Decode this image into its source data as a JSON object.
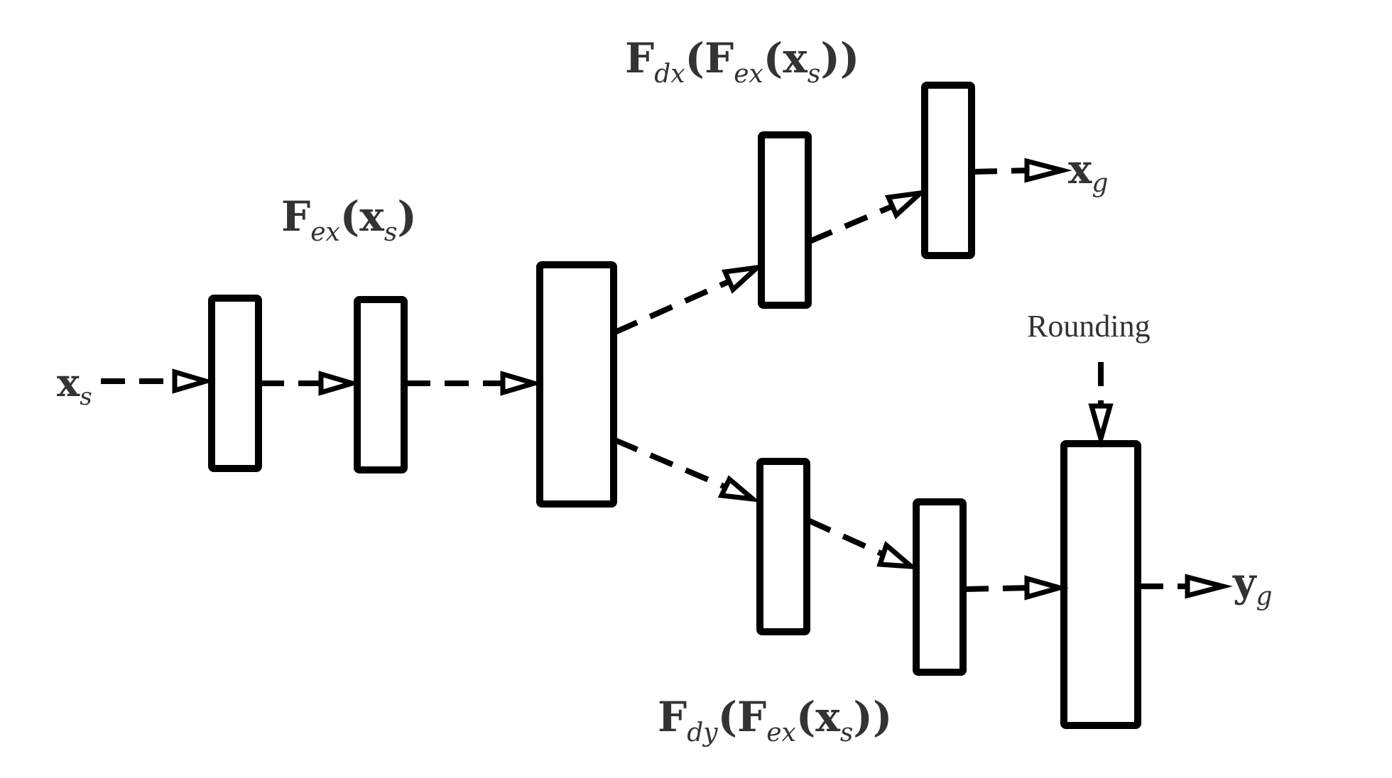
{
  "diagram": {
    "labels": {
      "input": {
        "main": "x",
        "sub": "s"
      },
      "encoder": {
        "main": "F",
        "sub": "ex",
        "open": "(",
        "arg": "x",
        "arg_sub": "s",
        "close": ")"
      },
      "decoder_x": {
        "main": "F",
        "sub": "dx",
        "open": "(",
        "inner": "F",
        "inner_sub": "ex",
        "inner_open": "(",
        "arg": "x",
        "arg_sub": "s",
        "inner_close": ")",
        "close": ")"
      },
      "decoder_y": {
        "main": "F",
        "sub": "dy",
        "open": "(",
        "inner": "F",
        "inner_sub": "ex",
        "inner_open": "(",
        "arg": "x",
        "arg_sub": "s",
        "inner_close": ")",
        "close": ")"
      },
      "output_x": {
        "main": "x",
        "sub": "g"
      },
      "output_y": {
        "main": "y",
        "sub": "g"
      },
      "rounding": "Rounding"
    },
    "colors": {
      "stroke": "#000000",
      "text": "#333333",
      "background": "#ffffff"
    }
  }
}
